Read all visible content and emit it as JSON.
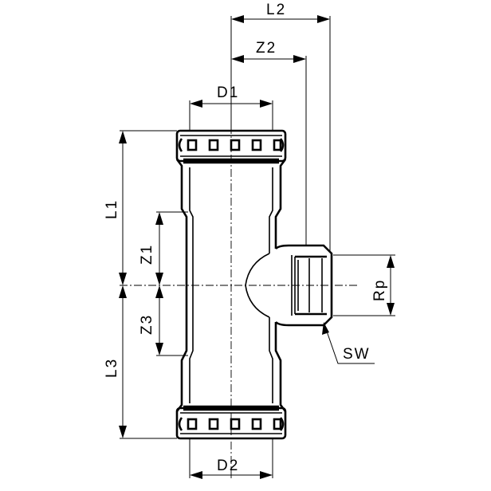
{
  "dimensions": {
    "L1": "L1",
    "L2": "L2",
    "L3": "L3",
    "Z1": "Z1",
    "Z2": "Z2",
    "Z3": "Z3",
    "D1": "D1",
    "D2": "D2",
    "Rp": "Rp",
    "SW": "SW"
  }
}
